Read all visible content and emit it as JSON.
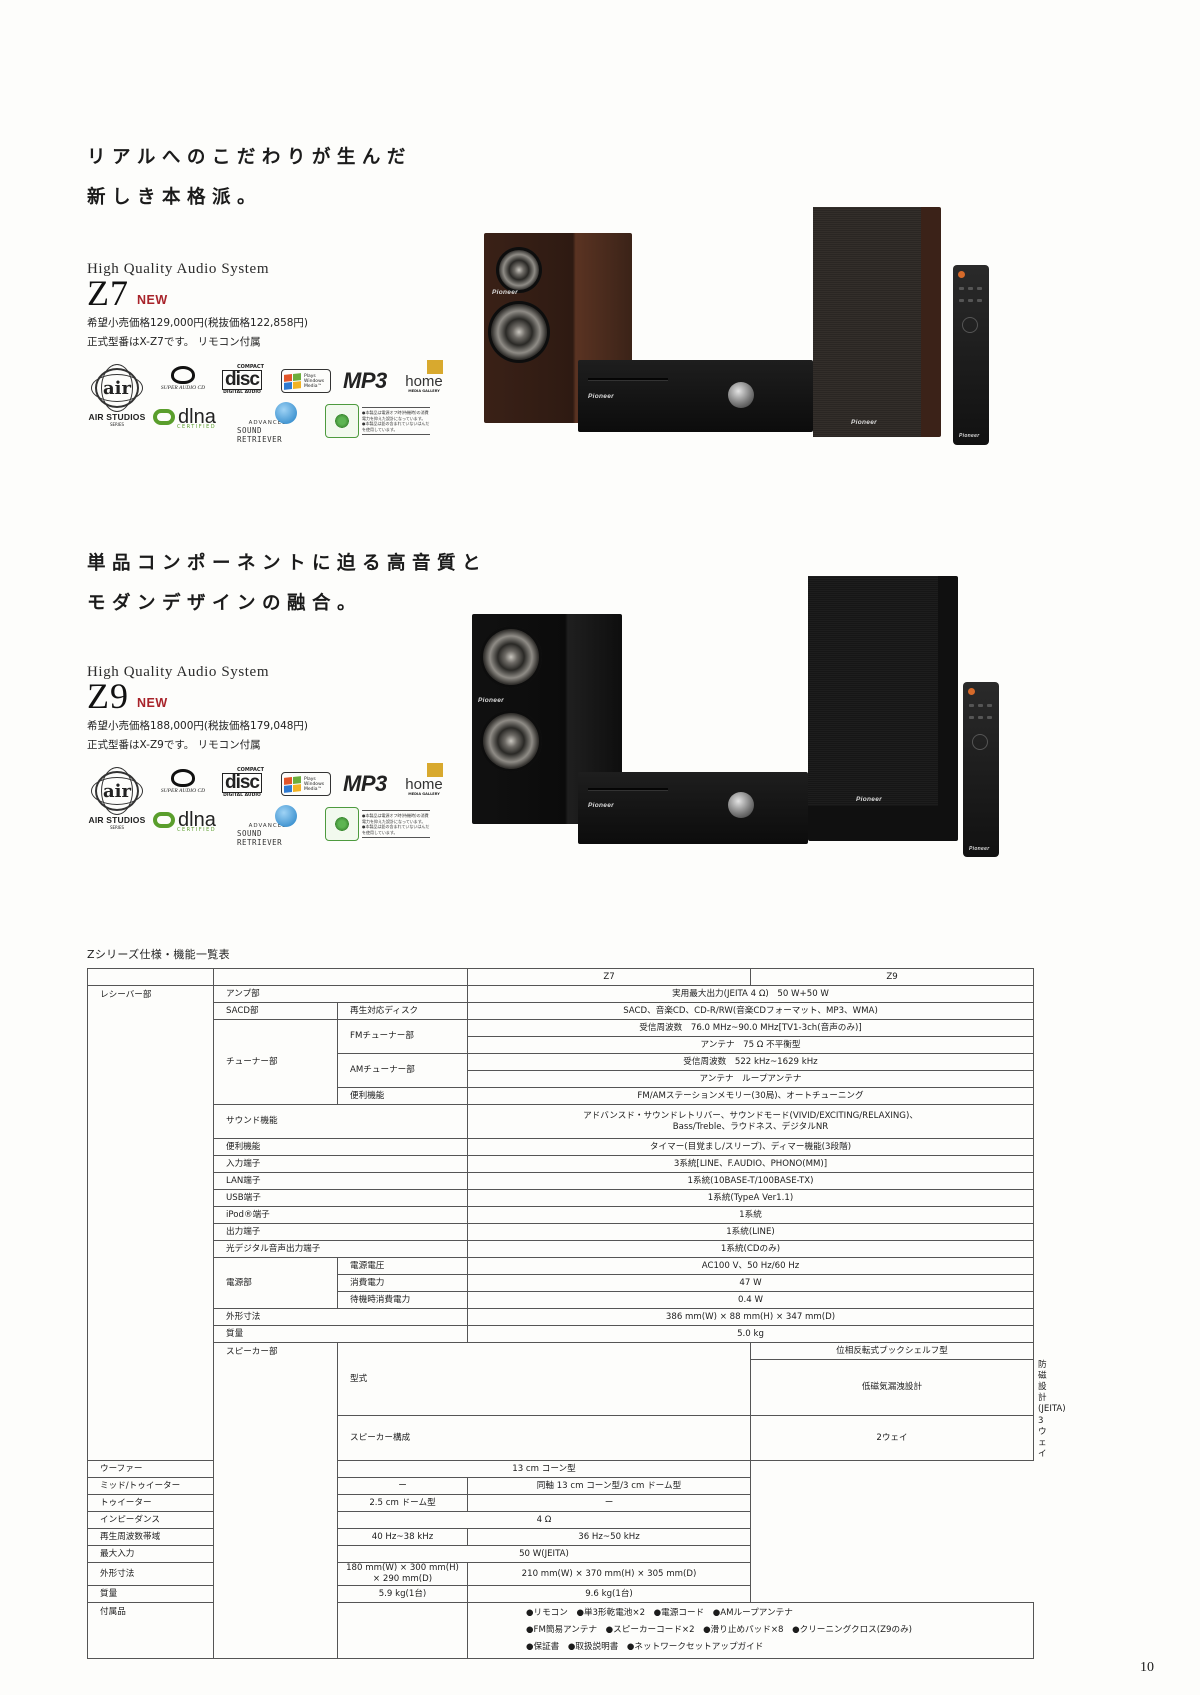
{
  "products": [
    {
      "id": "z7",
      "headline_lines": [
        "リアルへのこだわりが生んだ",
        "新しき本格派。"
      ],
      "subhead": "High Quality Audio System",
      "model": "Z7",
      "badge": "NEW",
      "price": "希望小売価格129,000円(税抜価格122,858円)",
      "note": "正式型番はX-Z7です。 リモコン付属",
      "logos": {
        "air": {
          "mark": "air",
          "label": "AIR STUDIOS",
          "sub": "SERIES"
        },
        "sacd": {
          "label": "SUPER AUDIO CD"
        },
        "cd": {
          "top": "COMPACT",
          "word": "disc",
          "bottom": "DIGITAL AUDIO"
        },
        "wma": {
          "line1": "Plays",
          "line2": "Windows",
          "line3": "Media™"
        },
        "mp3": "MP3",
        "home": {
          "word": "home",
          "sub": "MEDIA GALLERY"
        },
        "dlna": {
          "word": "dlna",
          "cert": "CERTIFIED"
        },
        "asr": {
          "line1": "ADVANCED",
          "line2": "SOUND RETRIEVER"
        },
        "eco": {
          "line1": "●本製品は電源オフ時(待機時)の消費電力を抑えた設計になっています。",
          "line2": "●本製品は鉛の含まれていないはんだを使用しています。"
        }
      },
      "photo": {
        "speaker_finish": "wood",
        "brand": "Pioneer"
      }
    },
    {
      "id": "z9",
      "headline_lines": [
        "単品コンポーネントに迫る高音質と",
        "モダンデザインの融合。"
      ],
      "subhead": "High Quality Audio System",
      "model": "Z9",
      "badge": "NEW",
      "price": "希望小売価格188,000円(税抜価格179,048円)",
      "note": "正式型番はX-Z9です。 リモコン付属",
      "logos": {
        "air": {
          "mark": "air",
          "label": "AIR STUDIOS",
          "sub": "SERIES"
        },
        "sacd": {
          "label": "SUPER AUDIO CD"
        },
        "cd": {
          "top": "COMPACT",
          "word": "disc",
          "bottom": "DIGITAL AUDIO"
        },
        "wma": {
          "line1": "Plays",
          "line2": "Windows",
          "line3": "Media™"
        },
        "mp3": "MP3",
        "home": {
          "word": "home",
          "sub": "MEDIA GALLERY"
        },
        "dlna": {
          "word": "dlna",
          "cert": "CERTIFIED"
        },
        "asr": {
          "line1": "ADVANCED",
          "line2": "SOUND RETRIEVER"
        },
        "eco": {
          "line1": "●本製品は電源オフ時(待機時)の消費電力を抑えた設計になっています。",
          "line2": "●本製品は鉛の含まれていないはんだを使用しています。"
        }
      },
      "photo": {
        "speaker_finish": "black",
        "brand": "Pioneer"
      }
    }
  ],
  "spec_table": {
    "title": "Zシリーズ仕様・機能一覧表",
    "columns": {
      "z7": "Z7",
      "z9": "Z9"
    },
    "receiver": {
      "section": "レシーバー部",
      "amp": {
        "label": "アンプ部",
        "value": "実用最大出力(JEITA 4 Ω)　50 W+50 W"
      },
      "sacd": {
        "label": "SACD部",
        "sub": "再生対応ディスク",
        "value": "SACD、音楽CD、CD-R/RW(音楽CDフォーマット、MP3、WMA)"
      },
      "tuner": {
        "label": "チューナー部",
        "fm": {
          "label": "FMチューナー部",
          "freq": "受信周波数　76.0 MHz~90.0 MHz[TV1-3ch(音声のみ)]",
          "antenna": "アンテナ　75 Ω 不平衡型"
        },
        "am": {
          "label": "AMチューナー部",
          "freq": "受信周波数　522 kHz~1629 kHz",
          "antenna": "アンテナ　ループアンテナ"
        },
        "conv": {
          "label": "便利機能",
          "value": "FM/AMステーションメモリー(30局)、オートチューニング"
        }
      },
      "sound": {
        "label": "サウンド機能",
        "line1": "アドバンスド・サウンドレトリバー、サウンドモード(VIVID/EXCITING/RELAXING)、",
        "line2": "Bass/Treble、ラウドネス、デジタルNR"
      },
      "rows": [
        {
          "label": "便利機能",
          "value": "タイマー(目覚まし/スリープ)、ディマー機能(3段階)"
        },
        {
          "label": "入力端子",
          "value": "3系統[LINE、F.AUDIO、PHONO(MM)]"
        },
        {
          "label": "LAN端子",
          "value": "1系統(10BASE-T/100BASE-TX)"
        },
        {
          "label": "USB端子",
          "value": "1系統(TypeA Ver1.1)"
        },
        {
          "label": "iPod®端子",
          "value": "1系統"
        },
        {
          "label": "出力端子",
          "value": "1系統(LINE)"
        },
        {
          "label": "光デジタル音声出力端子",
          "value": "1系統(CDのみ)"
        }
      ],
      "power": {
        "label": "電源部",
        "voltage": {
          "label": "電源電圧",
          "value": "AC100 V、50 Hz/60 Hz"
        },
        "consumption": {
          "label": "消費電力",
          "value": "47 W"
        },
        "standby": {
          "label": "待機時消費電力",
          "value": "0.4 W"
        }
      },
      "dimensions": {
        "label": "外形寸法",
        "value": "386 mm(W) × 88 mm(H) × 347 mm(D)"
      },
      "weight": {
        "label": "質量",
        "value": "5.0 kg"
      }
    },
    "speaker": {
      "section": "スピーカー部",
      "type": {
        "label": "型式",
        "value": "位相反転式ブックシェルフ型",
        "z7": "低磁気漏洩設計",
        "z9": "防磁設計(JEITA)"
      },
      "config": {
        "label": "スピーカー構成",
        "z7": "2ウェイ",
        "z9": "3ウェイ"
      },
      "woofer": {
        "label": "ウーファー",
        "value": "13 cm コーン型"
      },
      "mid_tweeter": {
        "label": "ミッド/トゥイーター",
        "z7": "ー",
        "z9": "同軸 13 cm コーン型/3 cm ドーム型"
      },
      "tweeter": {
        "label": "トゥイーター",
        "z7": "2.5 cm ドーム型",
        "z9": "ー"
      },
      "impedance": {
        "label": "インピーダンス",
        "value": "4 Ω"
      },
      "freq_range": {
        "label": "再生周波数帯域",
        "z7": "40 Hz~38 kHz",
        "z9": "36 Hz~50 kHz"
      },
      "max_input": {
        "label": "最大入力",
        "value": "50 W(JEITA)"
      },
      "dimensions": {
        "label": "外形寸法",
        "z7": "180 mm(W) × 300 mm(H) × 290 mm(D)",
        "z9": "210 mm(W) × 370 mm(H) × 305 mm(D)"
      },
      "weight": {
        "label": "質量",
        "z7": "5.9 kg(1台)",
        "z9": "9.6 kg(1台)"
      }
    },
    "accessories": {
      "label": "付属品",
      "lines": [
        "●リモコン　●単3形乾電池×2　●電源コード　●AMループアンテナ",
        "●FM簡易アンテナ　●スピーカーコード×2　●滑り止めパッド×8　●クリーニングクロス(Z9のみ)",
        "●保証書　●取扱説明書　●ネットワークセットアップガイド"
      ]
    }
  },
  "page_number": "10",
  "colors": {
    "new_badge": "#a8232a",
    "wood": "#4a2a1c",
    "dlna_green": "#5a9e2c",
    "table_border": "#555555"
  }
}
